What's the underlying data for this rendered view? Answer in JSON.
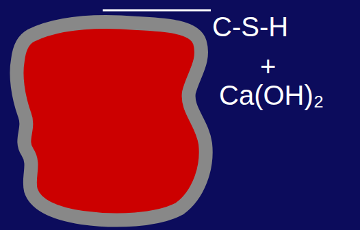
{
  "diagram": {
    "labels": [
      "C-S-H",
      "+",
      "Ca(OH)₂"
    ]
  }
}
